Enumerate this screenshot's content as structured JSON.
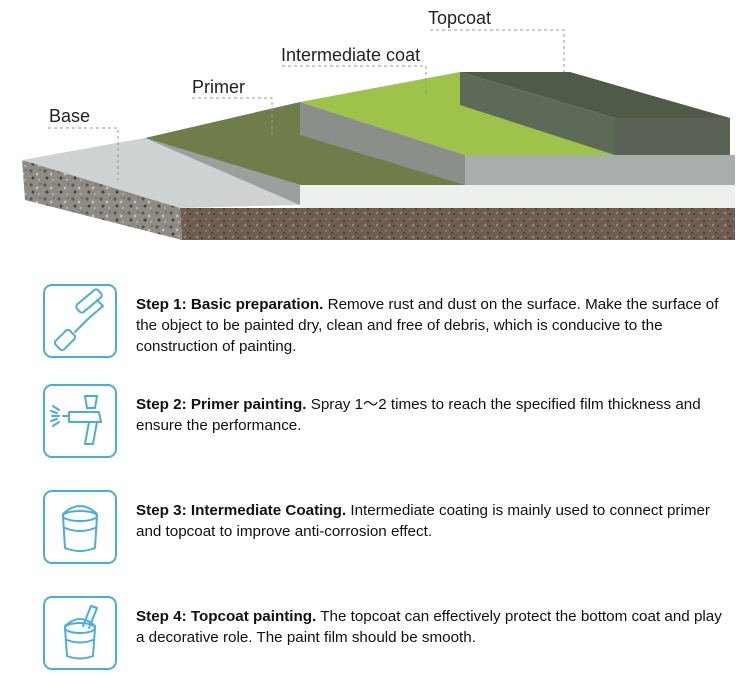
{
  "layers": {
    "base": "Base",
    "primer": "Primer",
    "intermediate": "Intermediate coat",
    "topcoat": "Topcoat"
  },
  "steps": [
    {
      "title": "Step 1: Basic preparation.",
      "text": " Remove rust and dust on the surface. Make the surface of the object to be painted dry, clean and free of debris, which is conducive to the construction of painting.",
      "icon": "paint-roller-icon"
    },
    {
      "title": "Step 2: Primer painting.",
      "text": " Spray 1～2 times to reach the specified film thickness and ensure the performance.",
      "icon": "spray-gun-icon"
    },
    {
      "title": "Step 3: Intermediate Coating.",
      "text": " Intermediate coating is mainly used to connect primer and topcoat to improve anti-corrosion effect.",
      "icon": "paint-bucket-icon"
    },
    {
      "title": "Step 4: Topcoat painting.",
      "text": " The topcoat can effectively protect the bottom coat and play a decorative role. The paint film should be smooth.",
      "icon": "paint-bucket-brush-icon"
    }
  ],
  "colors": {
    "icon_border": "#4aaedb",
    "primer_layer": "#6f7d4b",
    "intermediate_layer": "#9ec24a",
    "topcoat_layer": "#4f5a48"
  }
}
